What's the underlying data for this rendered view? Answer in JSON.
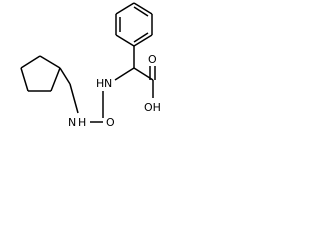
{
  "molecule": {
    "atoms": {
      "nh_left": "N",
      "h_left": "H",
      "h_right": "H",
      "nh_right": "N",
      "o_carbonyl": "O",
      "o_acid": "O",
      "oh_label": "OH"
    },
    "colors": {
      "bond": "#000000",
      "label": "#000000",
      "background": "#ffffff"
    }
  }
}
